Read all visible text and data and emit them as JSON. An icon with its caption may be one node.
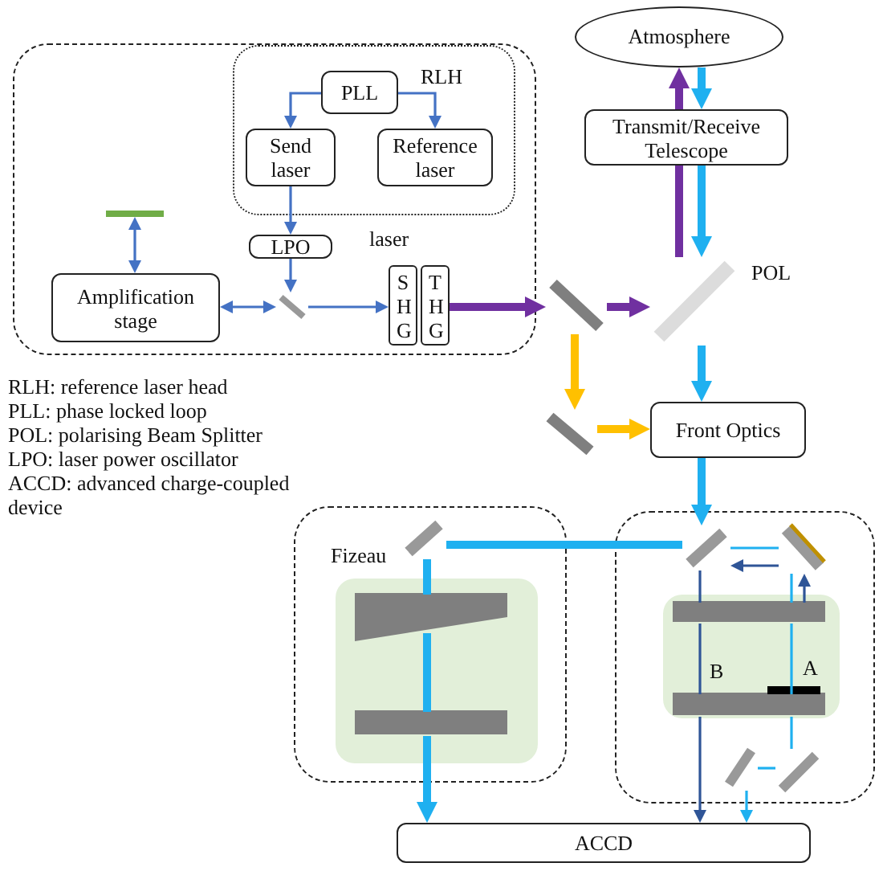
{
  "diagram": {
    "nodes": [
      {
        "text": [
          "laser"
        ]
      },
      {
        "text": [
          "RLH"
        ],
        "in": 0
      },
      {
        "text": [
          "PLL"
        ],
        "in": 1
      },
      {
        "text": [
          "Send laser"
        ],
        "in": 1
      },
      {
        "text": [
          "Reference laser"
        ],
        "in": 1
      },
      {
        "text": [
          "LPO"
        ],
        "in": 0
      },
      {
        "text": [
          "Amplification stage"
        ],
        "in": 0
      },
      {
        "text": [],
        "shape": "bar",
        "in": 0
      },
      {
        "text": [],
        "shape": "mirror",
        "in": 0
      },
      {
        "text": [
          "S H G"
        ],
        "in": 0
      },
      {
        "text": [
          "T H G"
        ],
        "in": 0
      },
      {
        "text": [
          "Atmosphere"
        ]
      },
      {
        "text": [
          "Transmit/Receive Telescope"
        ]
      },
      {
        "text": [],
        "shape": "mirror"
      },
      {
        "text": [],
        "shape": "mirror"
      },
      {
        "text": [],
        "shape": "mirror",
        "beside": [
          "POL"
        ]
      },
      {
        "text": [
          "Front Optics"
        ]
      },
      {
        "text": [
          "Fizeau"
        ]
      },
      {
        "text": [],
        "shape": "box",
        "in": 17
      },
      {
        "text": [],
        "shape": "wedge",
        "in": 18
      },
      {
        "text": [],
        "shape": "bar",
        "in": 18
      },
      {
        "text": [],
        "shape": "mirror",
        "in": 17
      },
      {
        "text": [],
        "shape": "box"
      },
      {
        "text": [],
        "shape": "mirror",
        "in": 22
      },
      {
        "text": [],
        "shape": "mirror",
        "in": 22
      },
      {
        "text": [],
        "shape": "box",
        "in": 22
      },
      {
        "text": [],
        "shape": "bar",
        "in": 25
      },
      {
        "text": [],
        "shape": "bar",
        "in": 25
      },
      {
        "text": [],
        "shape": "mirror",
        "in": 22
      },
      {
        "text": [],
        "shape": "mirror",
        "in": 22
      },
      {
        "text": [
          "ACCD"
        ]
      }
    ],
    "edges": [
      {
        "from": 2,
        "to": 3,
        "arrow": "to",
        "color": "#4472c4"
      },
      {
        "from": 2,
        "to": 4,
        "arrow": "to",
        "color": "#4472c4"
      },
      {
        "from": 3,
        "to": 5,
        "arrow": "to",
        "color": "#4472c4"
      },
      {
        "from": 5,
        "to": 8,
        "arrow": "to",
        "color": "#4472c4"
      },
      {
        "from": 8,
        "to": 6,
        "arrow": "both",
        "color": "#4472c4"
      },
      {
        "from": 7,
        "to": 6,
        "arrow": "both",
        "color": "#4472c4"
      },
      {
        "from": 8,
        "to": 9,
        "arrow": "to",
        "color": "#4472c4"
      },
      {
        "from": 10,
        "to": 13,
        "arrow": "to",
        "style": "thick",
        "color": "#7030a0"
      },
      {
        "from": 13,
        "to": 15,
        "arrow": "to",
        "style": "thick",
        "color": "#7030a0"
      },
      {
        "from": 15,
        "to": 12,
        "arrow": "none",
        "style": "thick",
        "color": "#7030a0"
      },
      {
        "from": 12,
        "to": 11,
        "arrow": "to",
        "style": "thick",
        "color": "#7030a0"
      },
      {
        "from": 11,
        "to": 12,
        "arrow": "to",
        "style": "thick"
      },
      {
        "from": 12,
        "to": 15,
        "arrow": "to",
        "style": "thick"
      },
      {
        "from": 15,
        "to": 16,
        "arrow": "to",
        "style": "thick"
      },
      {
        "from": 13,
        "to": 14,
        "arrow": "to",
        "style": "thick",
        "color": "#ffc000"
      },
      {
        "from": 14,
        "to": 16,
        "arrow": "to",
        "style": "thick",
        "color": "#ffc000"
      },
      {
        "from": 16,
        "to": 23,
        "arrow": "to",
        "style": "thick"
      },
      {
        "from": 23,
        "to": 21,
        "arrow": "none",
        "style": "thick"
      },
      {
        "from": 21,
        "to": 19,
        "arrow": "none",
        "style": "thick"
      },
      {
        "from": 19,
        "to": 20,
        "arrow": "none",
        "style": "thick"
      },
      {
        "from": 20,
        "to": 30,
        "arrow": "to",
        "style": "thick"
      },
      {
        "from": 23,
        "to": 24,
        "arrow": "none"
      },
      {
        "from": 24,
        "to": 26,
        "arrow": "none"
      },
      {
        "from": 26,
        "to": 27,
        "arrow": "none"
      },
      {
        "from": 27,
        "to": 29,
        "arrow": "none"
      },
      {
        "from": 29,
        "to": 28,
        "arrow": "none"
      },
      {
        "from": 28,
        "to": 30,
        "arrow": "to"
      },
      {
        "from": 26,
        "to": 24,
        "arrow": "to",
        "color": "#2f5597"
      },
      {
        "from": 24,
        "to": 23,
        "arrow": "to",
        "color": "#2f5597"
      },
      {
        "from": 23,
        "to": 26,
        "arrow": "none",
        "color": "#2f5597"
      },
      {
        "from": 26,
        "to": 27,
        "arrow": "none",
        "color": "#2f5597"
      },
      {
        "from": 27,
        "to": 30,
        "arrow": "to",
        "color": "#2f5597"
      }
    ],
    "labels": [
      "RLH: reference laser head",
      "PLL: phase locked loop",
      "POL: polarising Beam Splitter",
      "LPO: laser power oscillator",
      "ACCD: advanced charge-coupled device",
      "B",
      "A"
    ]
  }
}
